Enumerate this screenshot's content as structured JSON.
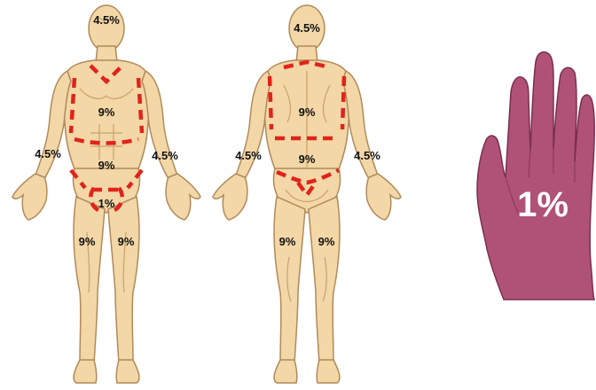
{
  "colors": {
    "skin": "#F3D7A6",
    "skin_outline": "#B08A5A",
    "skin_shade": "#E2BE86",
    "dash": "#E0241B",
    "hand_fill": "#B05277",
    "hand_outline": "#7A2F4E"
  },
  "front": {
    "head_label": "4.5%",
    "chest_label": "9%",
    "abdomen_label": "9%",
    "left_arm_label": "4.5%",
    "right_arm_label": "4.5%",
    "groin_label": "1%",
    "left_leg_label": "9%",
    "right_leg_label": "9%"
  },
  "back": {
    "head_label": "4.5%",
    "upper_back_label": "9%",
    "lower_back_label": "9%",
    "left_arm_label": "4.5%",
    "right_arm_label": "4.5%",
    "left_leg_label": "9%",
    "right_leg_label": "9%"
  },
  "hand": {
    "label": "1%"
  }
}
